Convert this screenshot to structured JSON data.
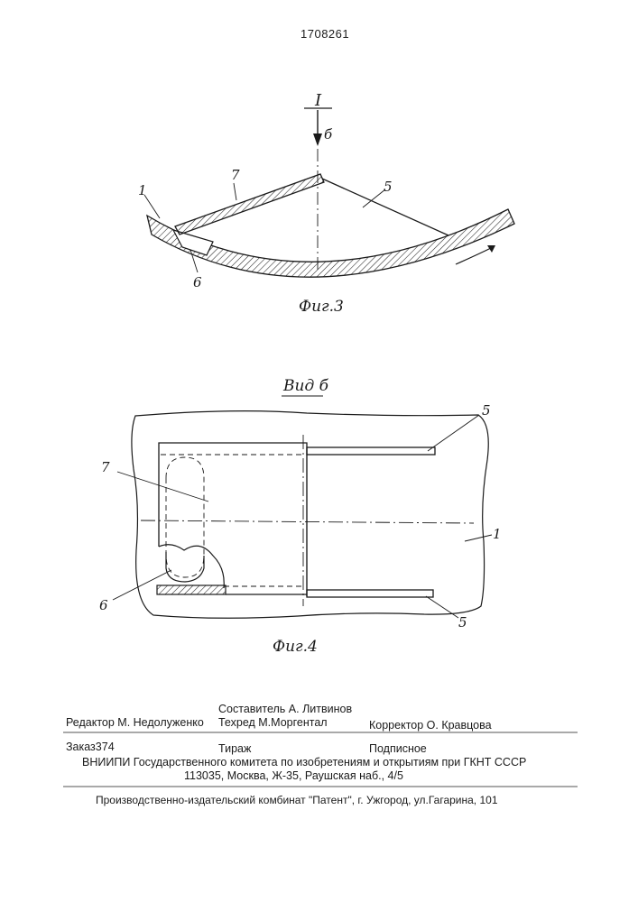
{
  "header": {
    "patent_number": "1708261"
  },
  "figure3": {
    "section_label": "I",
    "view_arrow_label": "б",
    "caption": "Фиг.3",
    "callouts": [
      "1",
      "7",
      "5",
      "6"
    ]
  },
  "figure4": {
    "view_title": "Вид б",
    "caption": "Фиг.4",
    "callouts": [
      "5",
      "7",
      "1",
      "6",
      "5"
    ]
  },
  "imprint": {
    "compiler": "Составитель  А. Литвинов",
    "editor": "Редактор  М. Недолуженко",
    "techred": "Техред М.Моргентал",
    "corrector": "Корректор О. Кравцова",
    "order_label": "Заказ",
    "order_number": "374",
    "circulation": "Тираж",
    "subscription": "Подписное",
    "institute": "ВНИИПИ Государственного комитета по изобретениям и открытиям при ГКНТ СССР",
    "address": "113035, Москва, Ж-35, Раушская наб., 4/5",
    "publisher": "Производственно-издательский комбинат \"Патент\", г. Ужгород, ул.Гагарина, 101"
  }
}
